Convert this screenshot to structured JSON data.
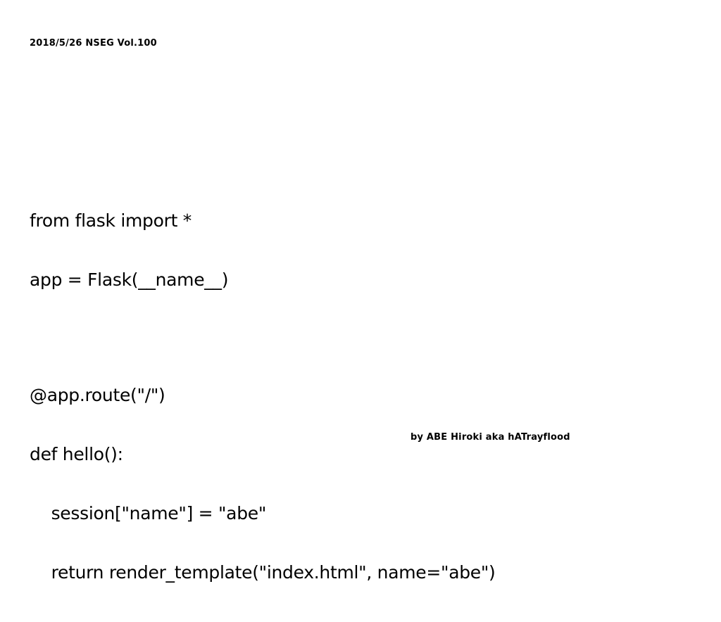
{
  "slide": {
    "header": "2018/5/26 NSEG Vol.100",
    "code_lines": [
      "from flask import *",
      "app = Flask(__name__)",
      "",
      "@app.route(\"/\")",
      "def hello():",
      "    session[\"name\"] = \"abe\"",
      "    return render_template(\"index.html\", name=\"abe\")"
    ],
    "footer": "by ABE Hiroki aka hATrayflood"
  }
}
